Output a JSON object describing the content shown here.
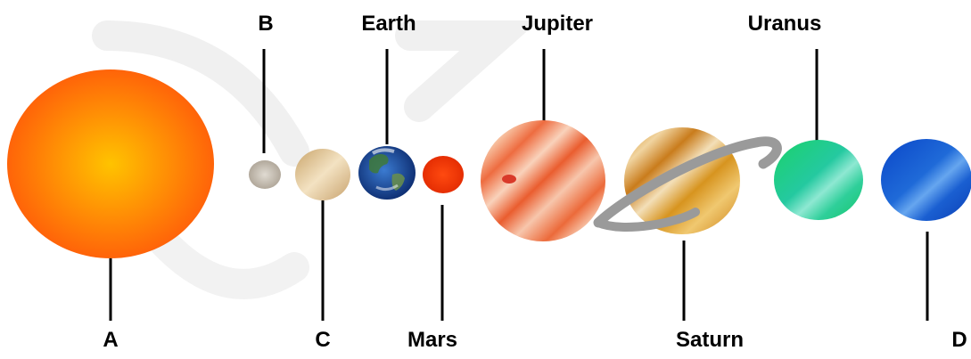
{
  "labels": {
    "a": "A",
    "b": "B",
    "c": "C",
    "d": "D",
    "earth": "Earth",
    "jupiter": "Jupiter",
    "uranus": "Uranus",
    "mars": "Mars",
    "saturn": "Saturn"
  },
  "colors": {
    "sun_center": "#ffc300",
    "sun_edge": "#ff5a0a",
    "mercury": "#b0a89a",
    "venus": "#d8b98a",
    "earth_ocean": "#1a4fa8",
    "mars": "#ff3a00",
    "jupiter_band": "#f0603a",
    "saturn_band": "#d99a2a",
    "saturn_ring": "#999999",
    "uranus": "#22d38a",
    "neptune": "#1a55d8",
    "line": "#000000",
    "watermark": "#e8e8e8"
  }
}
